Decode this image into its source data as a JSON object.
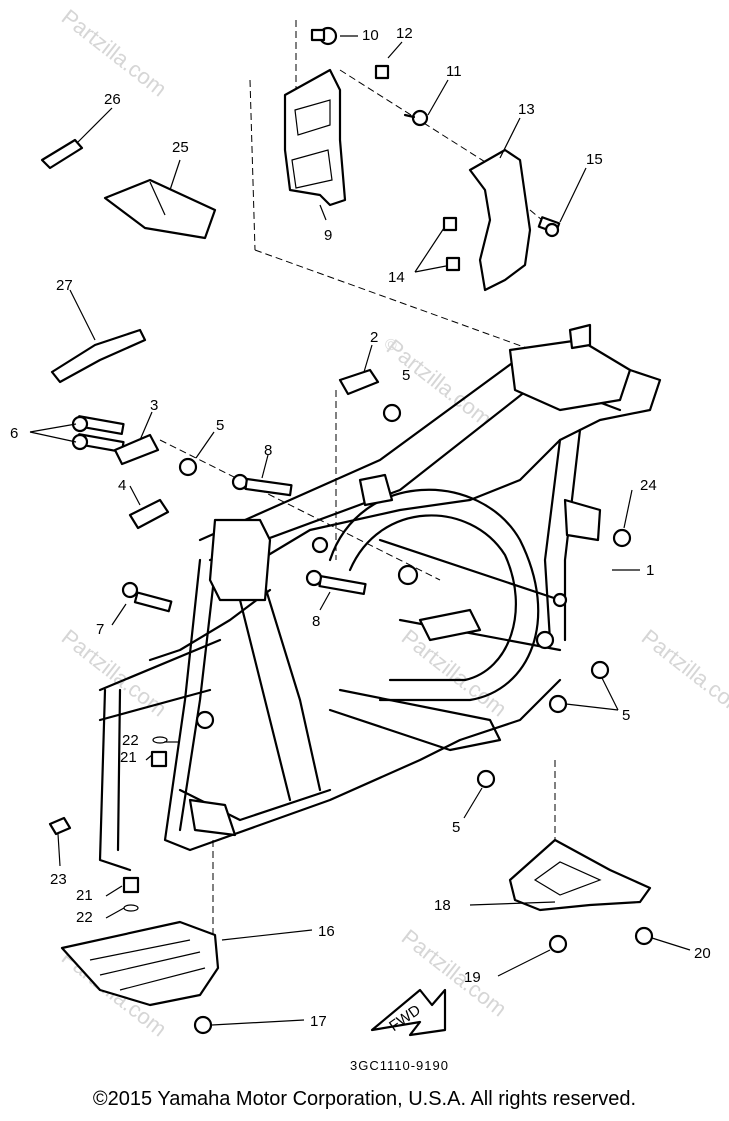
{
  "diagram": {
    "callouts": {
      "c1": "1",
      "c2": "2",
      "c3": "3",
      "c4": "4",
      "c5a": "5",
      "c5b": "5",
      "c5c": "5",
      "c5d": "5",
      "c6": "6",
      "c7": "7",
      "c8a": "8",
      "c8b": "8",
      "c9": "9",
      "c10": "10",
      "c11": "11",
      "c12": "12",
      "c13": "13",
      "c14": "14",
      "c15": "15",
      "c16": "16",
      "c17": "17",
      "c18": "18",
      "c19": "19",
      "c20": "20",
      "c21a": "21",
      "c21b": "21",
      "c22a": "22",
      "c22b": "22",
      "c23": "23",
      "c24": "24",
      "c25": "25",
      "c26": "26",
      "c27": "27"
    },
    "fwd_label": "FWD",
    "part_code": "3GC1110-9190",
    "watermark": "Partzilla.com",
    "watermark_symbol": "©"
  },
  "footer": {
    "copyright": "©2015  Yamaha Motor Corporation, U.S.A. All rights reserved."
  },
  "colors": {
    "line": "#000000",
    "background": "#ffffff",
    "watermark": "#d6d6d6"
  }
}
